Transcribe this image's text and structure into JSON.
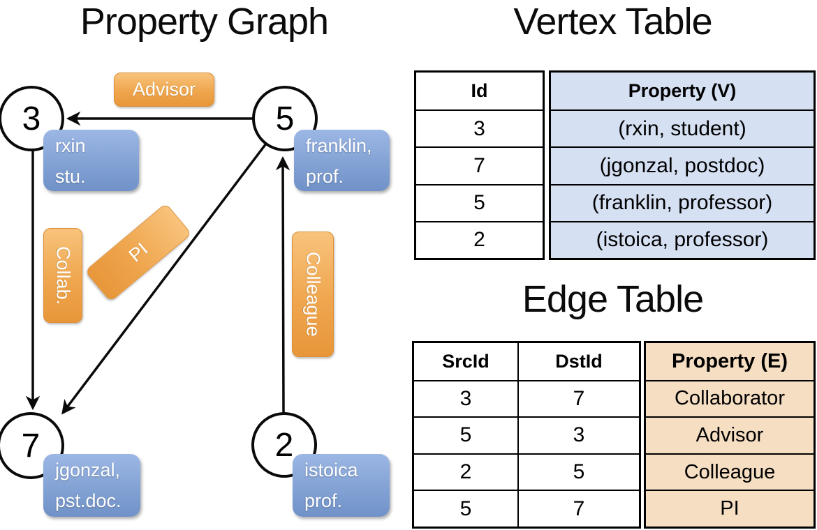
{
  "slide": {
    "graph_title": "Property Graph",
    "vertex_table_title": "Vertex Table",
    "edge_table_title": "Edge Table"
  },
  "graph": {
    "nodes": [
      {
        "id": "3",
        "property_lines": [
          "rxin",
          "stu."
        ]
      },
      {
        "id": "5",
        "property_lines": [
          "franklin,",
          "prof."
        ]
      },
      {
        "id": "7",
        "property_lines": [
          "jgonzal,",
          "pst.doc."
        ]
      },
      {
        "id": "2",
        "property_lines": [
          "istoica",
          "prof."
        ]
      }
    ],
    "edges": [
      {
        "src": "5",
        "dst": "3",
        "label": "Advisor"
      },
      {
        "src": "3",
        "dst": "7",
        "label": "Collab."
      },
      {
        "src": "5",
        "dst": "7",
        "label": "PI"
      },
      {
        "src": "2",
        "dst": "5",
        "label": "Colleague"
      }
    ]
  },
  "vertex_table": {
    "headers": {
      "id": "Id",
      "property": "Property (V)"
    },
    "rows": [
      {
        "id": "3",
        "property": "(rxin, student)"
      },
      {
        "id": "7",
        "property": "(jgonzal, postdoc)"
      },
      {
        "id": "5",
        "property": "(franklin, professor)"
      },
      {
        "id": "2",
        "property": "(istoica, professor)"
      }
    ]
  },
  "edge_table": {
    "headers": {
      "src": "SrcId",
      "dst": "DstId",
      "property": "Property (E)"
    },
    "rows": [
      {
        "src": "3",
        "dst": "7",
        "property": "Collaborator"
      },
      {
        "src": "5",
        "dst": "3",
        "property": "Advisor"
      },
      {
        "src": "2",
        "dst": "5",
        "property": "Colleague"
      },
      {
        "src": "5",
        "dst": "7",
        "property": "PI"
      }
    ]
  },
  "colors": {
    "edge_label_orange_top": "#F8C37C",
    "edge_label_orange_bottom": "#E8963A",
    "vertex_box_blue_top": "#9CB7E4",
    "vertex_box_blue_bottom": "#7092C8",
    "vertex_table_fill": "#D6E0F3",
    "edge_table_fill": "#F5DEC2",
    "line_black": "#0A0A0A"
  }
}
